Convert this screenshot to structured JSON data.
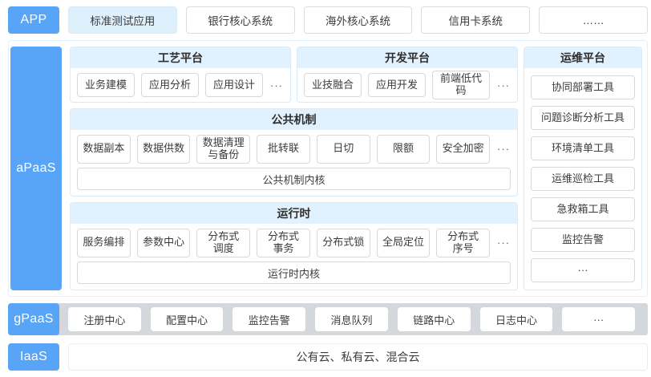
{
  "colors": {
    "accent": "#58A4F7",
    "panel_header_bg": "#E1F1FD",
    "panel_border": "#D8EBFA",
    "highlight_bg": "#DFF0FD",
    "gpaas_bg": "#D4D8DD",
    "box_border": "#D9D9D9"
  },
  "app": {
    "label": "APP",
    "items": [
      "标准测试应用",
      "银行核心系统",
      "海外核心系统",
      "信用卡系统",
      "……"
    ]
  },
  "apaas": {
    "label": "aPaaS",
    "craft": {
      "title": "工艺平台",
      "items": [
        "业务建模",
        "应用分析",
        "应用设计"
      ],
      "more": "···"
    },
    "dev": {
      "title": "开发平台",
      "items": [
        "业技融合",
        "应用开发",
        "前端低代码"
      ],
      "more": "···"
    },
    "ops": {
      "title": "运维平台",
      "items": [
        "协同部署工具",
        "问题诊断分析工具",
        "环境清单工具",
        "运维巡检工具",
        "急救箱工具",
        "监控告警",
        "···"
      ]
    },
    "common": {
      "title": "公共机制",
      "items": [
        "数据副本",
        "数据供数",
        "数据清理\n与备份",
        "批转联",
        "日切",
        "限额",
        "安全加密"
      ],
      "more": "···",
      "kernel": "公共机制内核"
    },
    "runtime": {
      "title": "运行时",
      "items": [
        "服务编排",
        "参数中心",
        "分布式\n调度",
        "分布式\n事务",
        "分布式锁",
        "全局定位",
        "分布式\n序号"
      ],
      "more": "···",
      "kernel": "运行时内核"
    }
  },
  "gpaas": {
    "label": "gPaaS",
    "items": [
      "注册中心",
      "配置中心",
      "监控告警",
      "消息队列",
      "链路中心",
      "日志中心",
      "···"
    ]
  },
  "iaas": {
    "label": "IaaS",
    "content": "公有云、私有云、混合云"
  }
}
